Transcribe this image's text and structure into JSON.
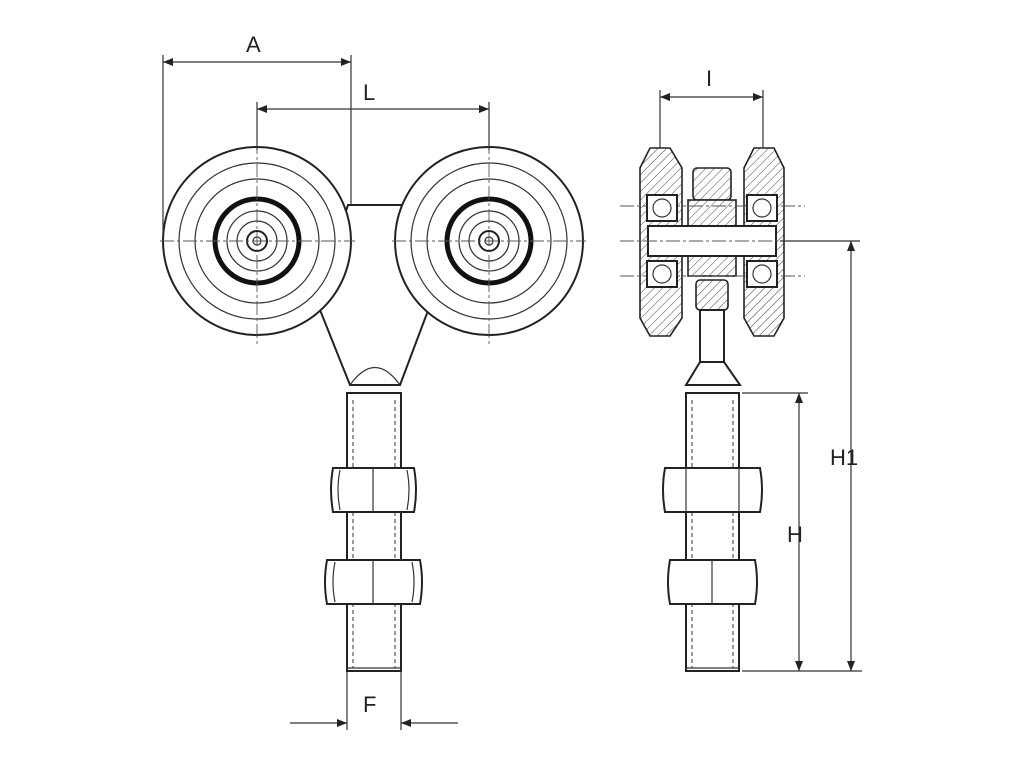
{
  "labels": {
    "A": "A",
    "L": "L",
    "F": "F",
    "I": "I",
    "H": "H",
    "H1": "H1"
  },
  "colors": {
    "line": "#222222",
    "background": "#ffffff"
  }
}
